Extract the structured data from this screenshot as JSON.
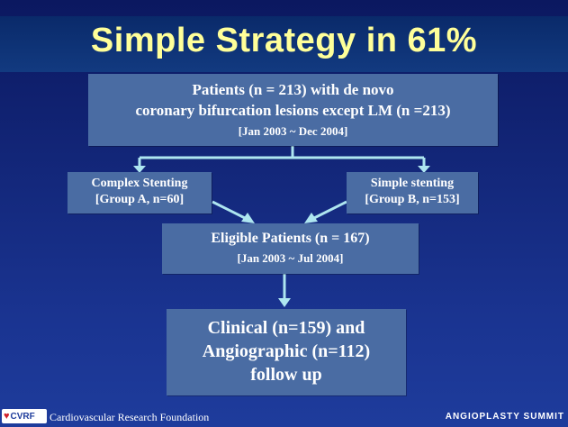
{
  "slide": {
    "title": "Simple Strategy in 61%"
  },
  "flow": {
    "patients": {
      "line1": "Patients (n = 213) with de novo",
      "line2": "coronary bifurcation lesions except LM (n =213)",
      "line3": "[Jan 2003 ~ Dec 2004]"
    },
    "complex": {
      "line1": "Complex Stenting",
      "line2": "[Group A, n=60]"
    },
    "simple": {
      "line1": "Simple stenting",
      "line2": "[Group B, n=153]"
    },
    "eligible": {
      "line1": "Eligible Patients (n = 167)",
      "line2": "[Jan 2003 ~ Jul 2004]"
    },
    "followup": {
      "line1": "Clinical (n=159) and",
      "line2": "Angiographic (n=112)",
      "line3": "follow up"
    }
  },
  "footer": {
    "logo_text": "CVRF",
    "organization": "Cardiovascular Research Foundation",
    "event": "ANGIOPLASTY SUMMIT"
  },
  "colors": {
    "background": "#13277a",
    "title": "#ffff99",
    "box": "#4a6ca3",
    "arrow": "#aee6f0"
  }
}
